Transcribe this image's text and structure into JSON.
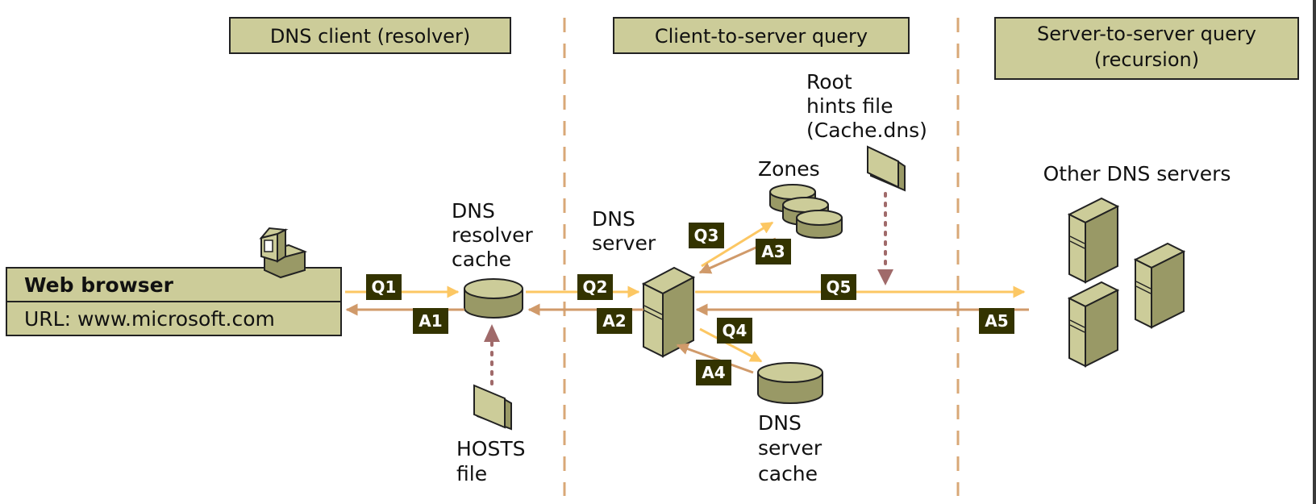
{
  "title": "DNS query process",
  "sections": [
    {
      "label_lines": [
        "DNS client (resolver)"
      ]
    },
    {
      "label_lines": [
        "Client-to-server query"
      ]
    },
    {
      "label_lines": [
        "Server-to-server query",
        "(recursion)"
      ]
    }
  ],
  "nodes": {
    "web_browser": {
      "title": "Web browser",
      "url": "URL: www.microsoft.com"
    },
    "resolver_cache": {
      "label_lines": [
        "DNS",
        "resolver",
        "cache"
      ]
    },
    "hosts_file": {
      "label_lines": [
        "HOSTS",
        "file"
      ]
    },
    "dns_server": {
      "label_lines": [
        "DNS",
        "server"
      ]
    },
    "zones": {
      "label_lines": [
        "Zones"
      ]
    },
    "root_hints": {
      "label_lines": [
        "Root",
        "hints file",
        "(Cache.dns)"
      ]
    },
    "server_cache": {
      "label_lines": [
        "DNS",
        "server",
        "cache"
      ]
    },
    "other_servers": {
      "label_lines": [
        "Other DNS servers"
      ]
    }
  },
  "flows": [
    {
      "id": "Q1",
      "type": "query",
      "from": "Web browser",
      "to": "DNS resolver cache"
    },
    {
      "id": "A1",
      "type": "answer",
      "from": "DNS resolver cache",
      "to": "Web browser"
    },
    {
      "id": "Q2",
      "type": "query",
      "from": "DNS resolver cache",
      "to": "DNS server"
    },
    {
      "id": "A2",
      "type": "answer",
      "from": "DNS server",
      "to": "DNS resolver cache"
    },
    {
      "id": "Q3",
      "type": "query",
      "from": "DNS server",
      "to": "Zones"
    },
    {
      "id": "A3",
      "type": "answer",
      "from": "Zones",
      "to": "DNS server"
    },
    {
      "id": "Q4",
      "type": "query",
      "from": "DNS server",
      "to": "DNS server cache"
    },
    {
      "id": "A4",
      "type": "answer",
      "from": "DNS server cache",
      "to": "DNS server"
    },
    {
      "id": "Q5",
      "type": "query",
      "from": "DNS server",
      "to": "Other DNS servers"
    },
    {
      "id": "A5",
      "type": "answer",
      "from": "Other DNS servers",
      "to": "DNS server"
    }
  ],
  "loads": [
    {
      "from": "HOSTS file",
      "to": "DNS resolver cache"
    },
    {
      "from": "Root hints file (Cache.dns)",
      "to": "Q5 path"
    }
  ],
  "colors": {
    "box_fill": "#cccc99",
    "box_border": "#222222",
    "query_arrow": "#fcc763",
    "answer_arrow": "#d09a6a",
    "divider": "#d9a877",
    "tag_fill": "#333300",
    "load_arrow": "#a06a6a",
    "device_light": "#cccc99",
    "device_dark": "#999966"
  }
}
